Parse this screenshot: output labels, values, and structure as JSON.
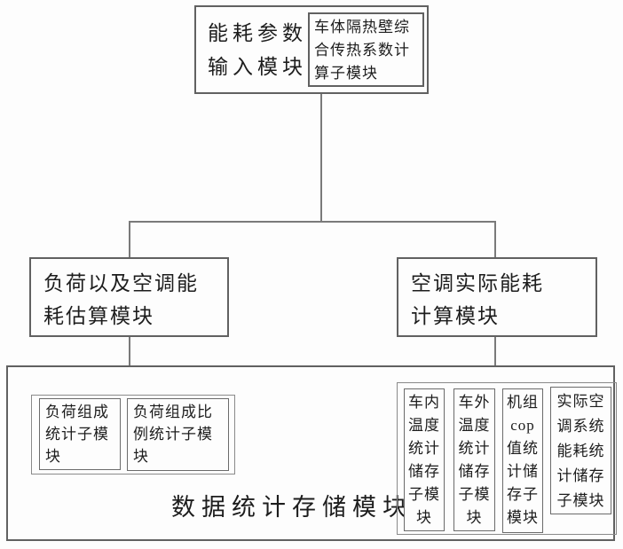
{
  "diagram": {
    "input_module": {
      "label": "能耗参数\n输入模块"
    },
    "heat_transfer_submodule": {
      "label": "车体隔热壁综\n合传热系数计\n算子模块"
    },
    "load_estimation_module": {
      "label": "负荷以及空调能\n耗估算模块"
    },
    "actual_energy_module": {
      "label": "空调实际能耗\n计算模块"
    },
    "data_storage_module": {
      "label": "数据统计存储模块"
    },
    "load_composition_submodule": {
      "label": "负荷组成\n统计子模\n块"
    },
    "load_proportion_submodule": {
      "label": "负荷组成比\n例统计子模\n块"
    },
    "interior_temp_submodule": {
      "label": "车内\n温度\n统计\n储存\n子模\n块"
    },
    "exterior_temp_submodule": {
      "label": "车外\n温度\n统计\n储存\n子模\n块"
    },
    "cop_submodule": {
      "label": "机组\ncop\n值统\n计储\n存子\n模块"
    },
    "actual_consumption_submodule": {
      "label": "实际空\n调系统\n能耗统\n计储存\n子模块"
    }
  },
  "colors": {
    "background": "#fdfdfd",
    "border_main": "#616161",
    "border_sub": "#6b6b6b",
    "text": "#1d1d1d"
  }
}
